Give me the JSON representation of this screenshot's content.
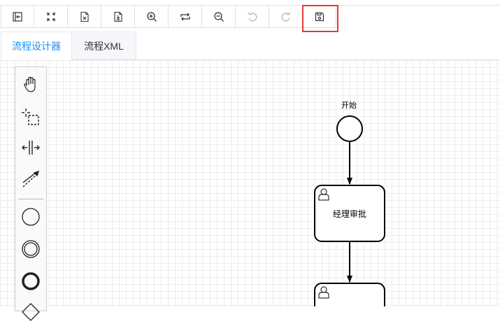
{
  "toolbar": {
    "buttons": [
      {
        "name": "open-file-button",
        "icon": "import-icon",
        "disabled": false
      },
      {
        "name": "fit-view-button",
        "icon": "fit-view-icon",
        "disabled": false
      },
      {
        "name": "export-xml-button",
        "icon": "xml-file-icon",
        "disabled": false
      },
      {
        "name": "export-image-button",
        "icon": "image-file-icon",
        "disabled": false
      },
      {
        "name": "zoom-in-button",
        "icon": "zoom-in-icon",
        "disabled": false
      },
      {
        "name": "reset-zoom-button",
        "icon": "repeat-icon",
        "disabled": false
      },
      {
        "name": "zoom-out-button",
        "icon": "zoom-out-icon",
        "disabled": false
      },
      {
        "name": "undo-button",
        "icon": "undo-icon",
        "disabled": true
      },
      {
        "name": "redo-button",
        "icon": "redo-icon",
        "disabled": true
      },
      {
        "name": "save-button",
        "icon": "save-icon",
        "disabled": false,
        "highlighted": true
      }
    ],
    "highlight_color": "#e53935"
  },
  "tabs": [
    {
      "label": "流程设计器",
      "active": true
    },
    {
      "label": "流程XML",
      "active": false
    }
  ],
  "accent_color": "#1890ff",
  "palette": {
    "tools": [
      "hand-tool-icon",
      "lasso-tool-icon",
      "space-tool-icon",
      "connect-tool-icon",
      "start-event-icon",
      "intermediate-event-icon",
      "end-event-icon",
      "gateway-icon"
    ]
  },
  "diagram": {
    "start_event_label": "开始",
    "task1_label": "经理审批",
    "task2_label": ""
  }
}
